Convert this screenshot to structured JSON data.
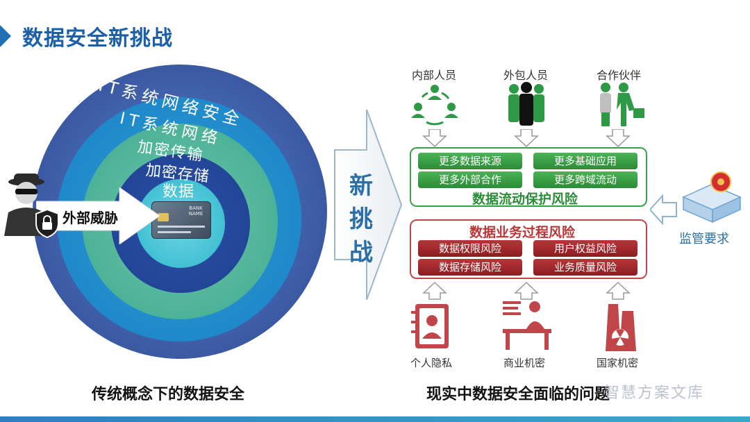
{
  "header": {
    "title": "数据安全新挑战"
  },
  "left": {
    "rings": [
      "IT系统网络安全",
      "IT系统网络",
      "加密传输",
      "加密存储",
      "数据"
    ],
    "threat": "外部威胁",
    "card_text": "BANK NAME",
    "caption": "传统概念下的数据安全"
  },
  "middle": {
    "label": "新挑战"
  },
  "right": {
    "top_groups": [
      "内部人员",
      "外包人员",
      "合作伙伴"
    ],
    "flow_box": {
      "items": [
        "更多数据来源",
        "更多基础应用",
        "更多外部合作",
        "更多跨域流动"
      ],
      "title": "数据流动保护风险"
    },
    "process_box": {
      "title": "数据业务过程风险",
      "items": [
        "数据权限风险",
        "用户权益风险",
        "数据存储风险",
        "业务质量风险"
      ]
    },
    "side": "监管要求",
    "bottom_groups": [
      "个人隐私",
      "商业机密",
      "国家机密"
    ],
    "caption": "现实中数据安全面临的问题"
  },
  "watermark": "智慧方案文库",
  "colors": {
    "title": "#1a5fa8",
    "green": "#3aa14a",
    "red": "#b83538",
    "blue": "#2b6fa8"
  }
}
